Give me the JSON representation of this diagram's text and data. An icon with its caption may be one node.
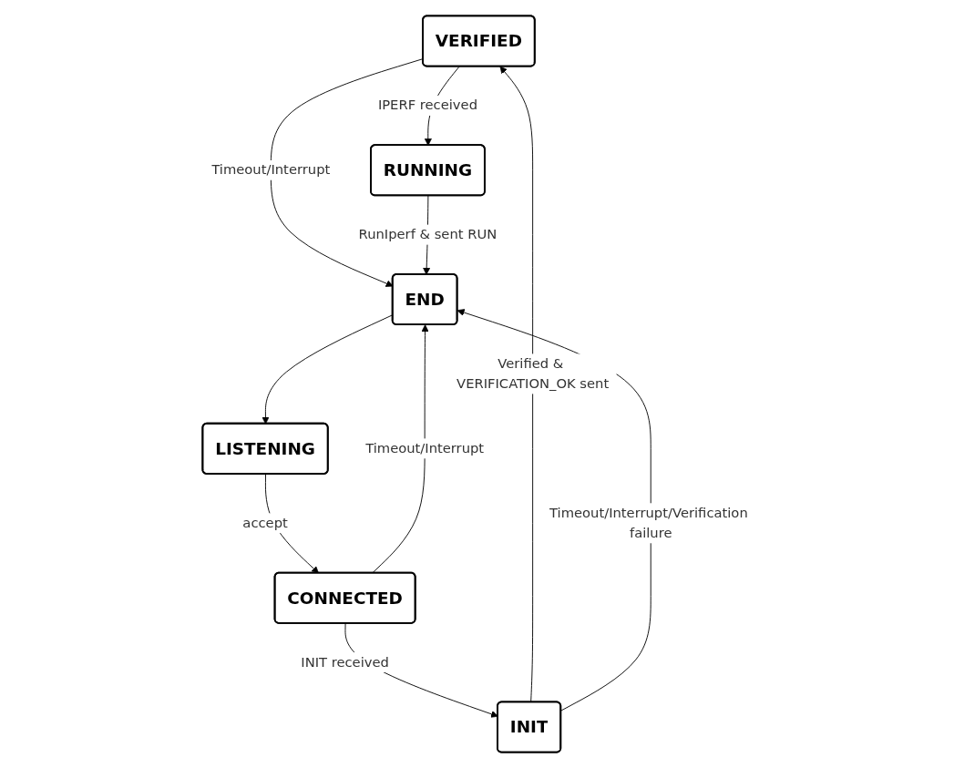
{
  "diagram": {
    "nodes": [
      {
        "text": [
          "VERIFIED"
        ]
      },
      {
        "text": [
          "INIT"
        ]
      },
      {
        "text": [
          "RUNNING"
        ]
      },
      {
        "text": [
          "END"
        ]
      },
      {
        "text": [
          "CONNECTED"
        ]
      },
      {
        "text": [
          "LISTENING"
        ]
      }
    ],
    "edges": [
      {
        "from": 1,
        "to": 0,
        "arrow": "to",
        "label": "Verified & VERIFICATION_OK sent"
      },
      {
        "from": 0,
        "to": 2,
        "arrow": "to",
        "label": "IPERF received"
      },
      {
        "from": 0,
        "to": 3,
        "arrow": "to",
        "label": "Timeout/Interrupt"
      },
      {
        "from": 1,
        "to": 3,
        "arrow": "to",
        "label": "Timeout/Interrupt/Verification failure"
      },
      {
        "from": 2,
        "to": 3,
        "arrow": "to",
        "label": "RunIperf & sent RUN"
      },
      {
        "from": 4,
        "to": 1,
        "arrow": "to",
        "label": "INIT received"
      },
      {
        "from": 4,
        "to": 3,
        "arrow": "to",
        "label": "Timeout/Interrupt"
      },
      {
        "from": 3,
        "to": 5,
        "arrow": "to"
      },
      {
        "from": 5,
        "to": 4,
        "arrow": "to",
        "label": "accept"
      }
    ]
  }
}
